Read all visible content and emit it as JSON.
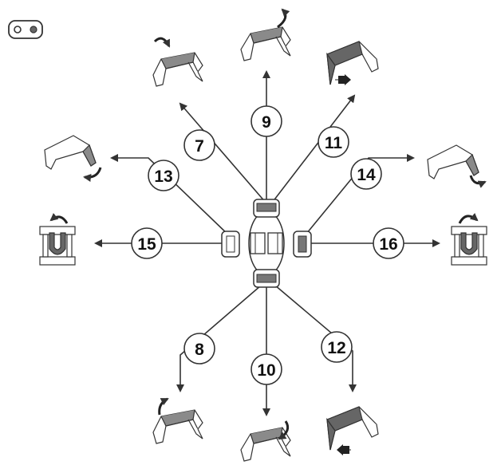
{
  "labels": {
    "l7": "7",
    "l8": "8",
    "l9": "9",
    "l10": "10",
    "l11": "11",
    "l12": "12",
    "l13": "13",
    "l14": "14",
    "l15": "15",
    "l16": "16"
  },
  "colors": {
    "line": "#333333",
    "highlight": "#8a8a8a",
    "background": "#ffffff"
  },
  "icons": {
    "corner": "two-button-remote-icon",
    "rotation": "curved-arrow-icon",
    "direction": "straight-arrow-icon"
  }
}
